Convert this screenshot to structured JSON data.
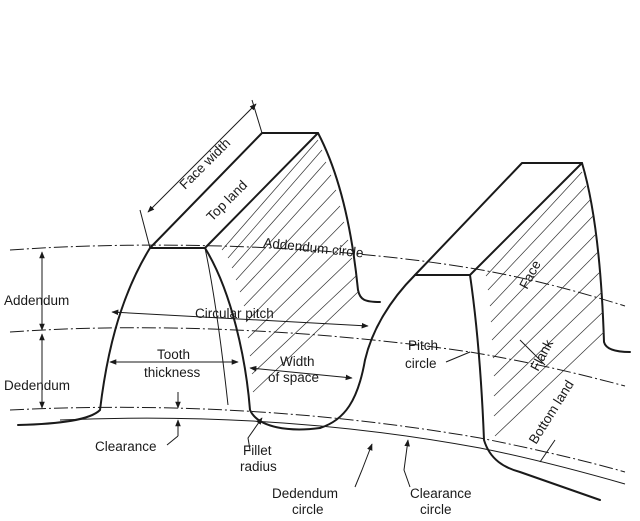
{
  "labels": {
    "face_width": "Face width",
    "top_land": "Top land",
    "addendum_circle": "Addendum circle",
    "face": "Face",
    "addendum": "Addendum",
    "circular_pitch": "Circular pitch",
    "pitch_circle_1": "Pitch",
    "pitch_circle_2": "circle",
    "flank": "Flank",
    "dedendum": "Dedendum",
    "tooth_thickness_1": "Tooth",
    "tooth_thickness_2": "thickness",
    "width_of_space_1": "Width",
    "width_of_space_2": "of space",
    "bottom_land": "Bottom land",
    "clearance": "Clearance",
    "fillet_radius_1": "Fillet",
    "fillet_radius_2": "radius",
    "dedendum_circle_1": "Dedendum",
    "dedendum_circle_2": "circle",
    "clearance_circle_1": "Clearance",
    "clearance_circle_2": "circle"
  },
  "colors": {
    "ink": "#1a1a1a",
    "background": "#ffffff"
  }
}
